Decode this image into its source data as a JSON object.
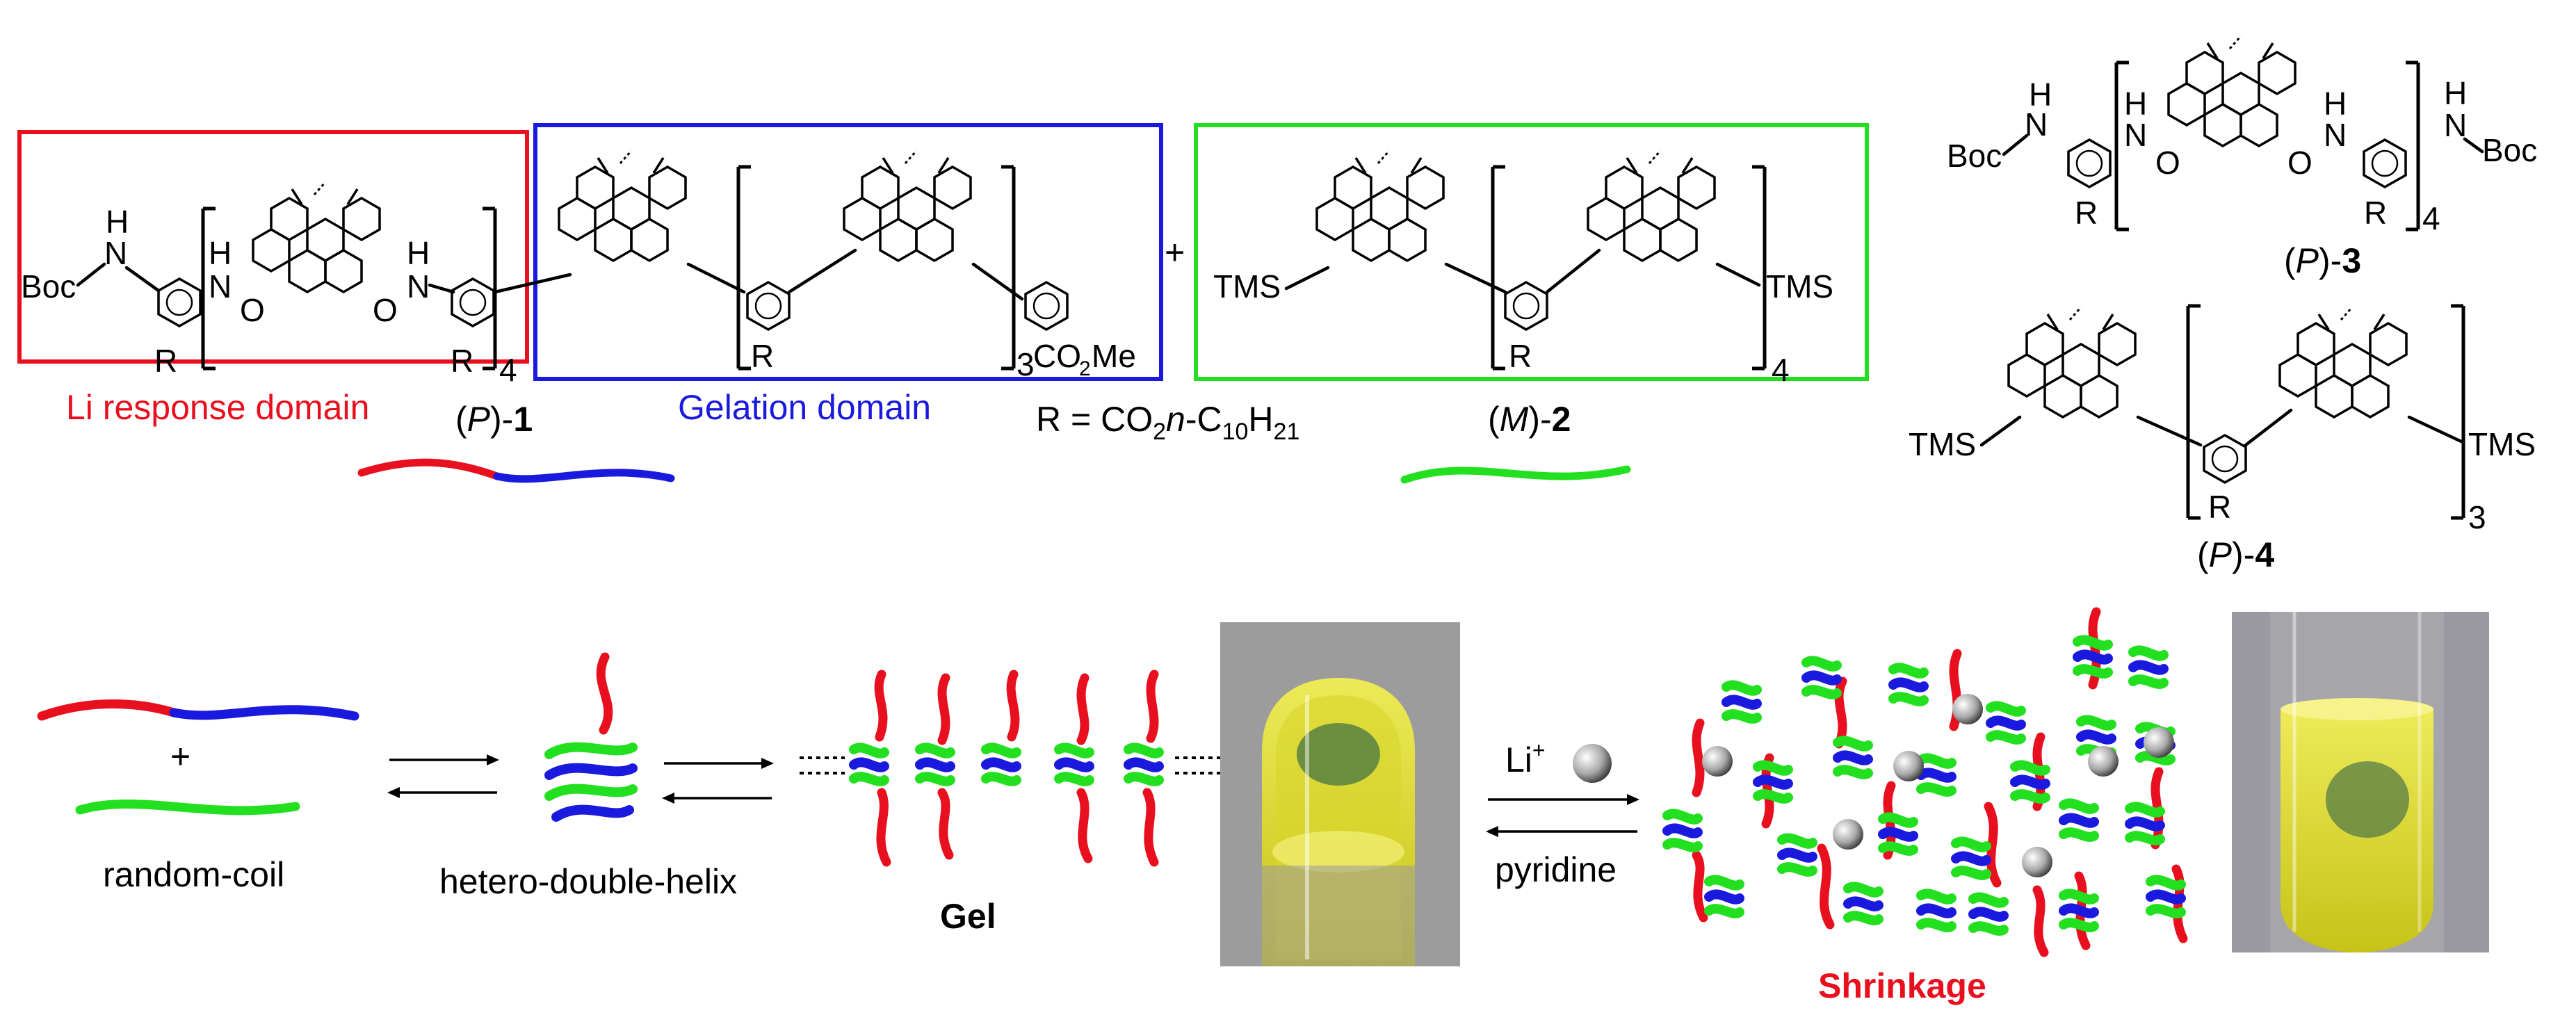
{
  "colors": {
    "red": "#e8101e",
    "blue": "#1a1adf",
    "green": "#22e01f",
    "black": "#000000",
    "photo_bg": "#8f8f8f",
    "liquid": "#e8e317"
  },
  "top": {
    "group_boc": "Boc",
    "atom_n": "N",
    "atom_h": "H",
    "atom_o": "O",
    "atom_r": "R",
    "repeat_4": "4",
    "repeat_3": "3",
    "ester": "CO",
    "ester_sub": "2",
    "ester_me": "Me",
    "tms": "TMS",
    "plus": "+",
    "li_domain": "Li response domain",
    "gel_domain": "Gelation domain",
    "cmp1_pre": "(",
    "cmp1_letter": "P",
    "cmp1_post": ")-",
    "cmp1_num": "1",
    "cmp2_letter": "M",
    "cmp2_num": "2",
    "cmp3_letter": "P",
    "cmp3_num": "3",
    "cmp4_letter": "P",
    "cmp4_num": "4",
    "r_def_a": "R = CO",
    "r_def_sub1": "2",
    "r_def_n": "n",
    "r_def_b": "-C",
    "r_def_sub2": "10",
    "r_def_h": "H",
    "r_def_sub3": "21"
  },
  "bottom": {
    "plus": "+",
    "random_coil": "random-coil",
    "hetero_helix": "hetero-double-helix",
    "gel": "Gel",
    "li_ion": "Li",
    "li_charge": "+",
    "pyridine": "pyridine",
    "shrinkage": "Shrinkage"
  }
}
